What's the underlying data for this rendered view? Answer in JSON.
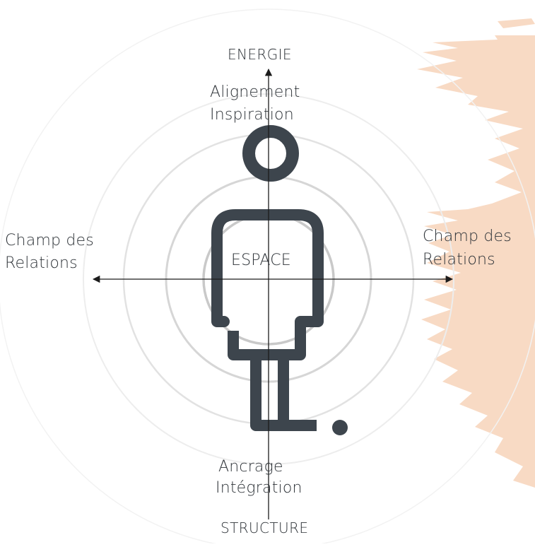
{
  "colors": {
    "figure": "#3d454d",
    "axis": "#1c1c1c",
    "ring_inner": "#c9c9c9",
    "ring_outer": "#ededed",
    "brush": "#f8dac4",
    "text": "#2e3338"
  },
  "icons": {
    "person": "person-icon",
    "brush": "brush-stroke-decoration"
  },
  "labels": {
    "top": "ENERGIE",
    "top_sub_1": "Alignement",
    "top_sub_2": "Inspiration",
    "left_1": "Champ des",
    "left_2": "Relations",
    "right_1": "Champ des",
    "right_2": "Relations",
    "center": "ESPACE",
    "bottom_sub_1": "Ancrage",
    "bottom_sub_2": "Intégration",
    "bottom": "STRUCTURE"
  }
}
